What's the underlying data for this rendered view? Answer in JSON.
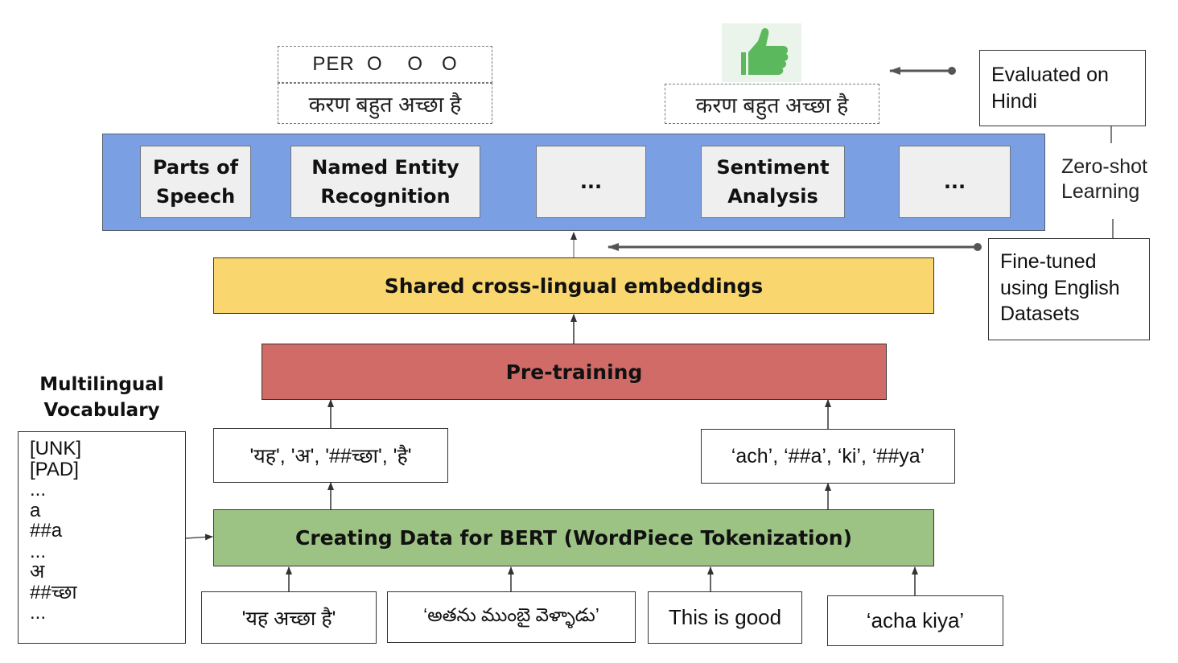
{
  "tasks": {
    "pos": [
      "Parts of",
      "Speech"
    ],
    "ner": [
      "Named Entity",
      "Recognition"
    ],
    "ellipsis_1": "...",
    "sentiment": [
      "Sentiment",
      "Analysis"
    ],
    "ellipsis_2": "..."
  },
  "ner_example": {
    "tags": "PER  O    O   O",
    "sentence": "करण बहुत अच्छा है"
  },
  "sentiment_example": {
    "sentence": "करण बहुत अच्छा है",
    "icon": "thumbs-up-icon",
    "icon_color": "#5cb85c"
  },
  "notes": {
    "evaluated": [
      "Evaluated on",
      "Hindi"
    ],
    "zero_shot": [
      "Zero-shot",
      "Learning"
    ],
    "finetuned": [
      "Fine-tuned",
      "using English",
      "Datasets"
    ]
  },
  "layers": {
    "shared": "Shared cross-lingual embeddings",
    "pretraining": "Pre-training",
    "creating": "Creating Data for BERT (WordPiece Tokenization)"
  },
  "tokens": {
    "hindi": "'यह', 'अ', '##च्छा', 'है'",
    "roman": "‘ach’, ‘##a’, ‘ki’, ‘##ya’"
  },
  "inputs": {
    "hindi": "'यह अच्छा है'",
    "telugu": "‘అతను ముంబై వెళ్ళాడు’",
    "english": "This is good",
    "romanized": "‘acha kiya’"
  },
  "vocabulary": {
    "title": [
      "Multilingual",
      "Vocabulary"
    ],
    "items": [
      "[UNK]",
      "[PAD]",
      "...",
      "a",
      "##a",
      "...",
      "अ",
      "##च्छा",
      "..."
    ]
  },
  "colors": {
    "task_panel": "#7b9fe3",
    "shared": "#f9d66e",
    "pretraining": "#d06b67",
    "creating": "#9dc384"
  }
}
